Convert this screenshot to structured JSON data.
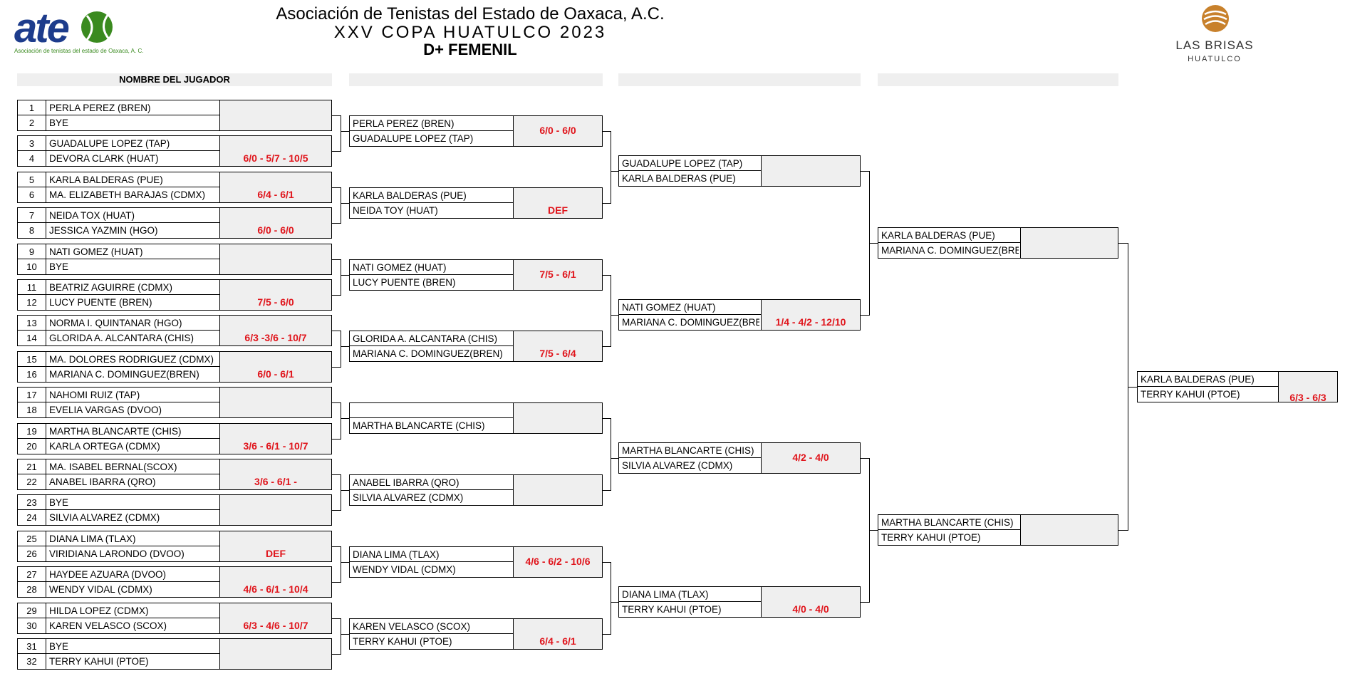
{
  "header": {
    "logo_text": "ate",
    "logo_subtitle": "Asociación de tenistas del estado de Oaxaca, A. C.",
    "title": "Asociación de Tenistas del Estado de Oaxaca, A.C.",
    "subtitle": "XXV COPA HUATULCO 2023",
    "category": "D+ FEMENIL",
    "sponsor_name": "LAS BRISAS",
    "sponsor_sub": "HUATULCO"
  },
  "col1_header": "NOMBRE DEL JUGADOR",
  "colors": {
    "score": "#e0141b",
    "box": "#efefef",
    "logo_blue": "#1d3c8c",
    "logo_green": "#3a8a1f",
    "brisas": "#c8812c"
  },
  "round1": [
    {
      "p1": {
        "num": "1",
        "name": "PERLA PEREZ (BREN)"
      },
      "p2": {
        "num": "2",
        "name": "BYE"
      },
      "score": ""
    },
    {
      "p1": {
        "num": "3",
        "name": "GUADALUPE LOPEZ (TAP)"
      },
      "p2": {
        "num": "4",
        "name": "DEVORA  CLARK (HUAT)"
      },
      "score": "6/0 - 5/7 - 10/5"
    },
    {
      "p1": {
        "num": "5",
        "name": "KARLA BALDERAS (PUE)"
      },
      "p2": {
        "num": "6",
        "name": "MA. ELIZABETH BARAJAS (CDMX)"
      },
      "score": "6/4 - 6/1"
    },
    {
      "p1": {
        "num": "7",
        "name": "NEIDA TOX (HUAT)"
      },
      "p2": {
        "num": "8",
        "name": "JESSICA YAZMIN (HGO)"
      },
      "score": "6/0 - 6/0"
    },
    {
      "p1": {
        "num": "9",
        "name": "NATI GOMEZ (HUAT)"
      },
      "p2": {
        "num": "10",
        "name": "BYE"
      },
      "score": ""
    },
    {
      "p1": {
        "num": "11",
        "name": "BEATRIZ AGUIRRE (CDMX)"
      },
      "p2": {
        "num": "12",
        "name": "LUCY PUENTE (BREN)"
      },
      "score": "7/5 - 6/0"
    },
    {
      "p1": {
        "num": "13",
        "name": "NORMA I. QUINTANAR (HGO)"
      },
      "p2": {
        "num": "14",
        "name": "GLORIDA A. ALCANTARA (CHIS)"
      },
      "score": "6/3 -3/6 - 10/7"
    },
    {
      "p1": {
        "num": "15",
        "name": "MA. DOLORES RODRIGUEZ (CDMX)"
      },
      "p2": {
        "num": "16",
        "name": "MARIANA C. DOMINGUEZ(BREN)"
      },
      "score": "6/0 - 6/1"
    },
    {
      "p1": {
        "num": "17",
        "name": "NAHOMI RUIZ (TAP)"
      },
      "p2": {
        "num": "18",
        "name": "EVELIA VARGAS (DVOO)"
      },
      "score": ""
    },
    {
      "p1": {
        "num": "19",
        "name": "MARTHA BLANCARTE (CHIS)"
      },
      "p2": {
        "num": "20",
        "name": "KARLA ORTEGA (CDMX)"
      },
      "score": "3/6 - 6/1 - 10/7"
    },
    {
      "p1": {
        "num": "21",
        "name": "MA. ISABEL BERNAL(SCOX)"
      },
      "p2": {
        "num": "22",
        "name": "ANABEL IBARRA (QRO)"
      },
      "score": "3/6 - 6/1 -"
    },
    {
      "p1": {
        "num": "23",
        "name": "BYE"
      },
      "p2": {
        "num": "24",
        "name": "SILVIA ALVAREZ (CDMX)"
      },
      "score": ""
    },
    {
      "p1": {
        "num": "25",
        "name": "DIANA LIMA (TLAX)"
      },
      "p2": {
        "num": "26",
        "name": "VIRIDIANA LARONDO (DVOO)"
      },
      "score": "DEF"
    },
    {
      "p1": {
        "num": "27",
        "name": "HAYDEE AZUARA (DVOO)"
      },
      "p2": {
        "num": "28",
        "name": "WENDY VIDAL (CDMX)"
      },
      "score": "4/6 - 6/1 - 10/4"
    },
    {
      "p1": {
        "num": "29",
        "name": "HILDA LOPEZ (CDMX)"
      },
      "p2": {
        "num": "30",
        "name": "KAREN VELASCO (SCOX)"
      },
      "score": "6/3 - 4/6 - 10/7"
    },
    {
      "p1": {
        "num": "31",
        "name": "BYE"
      },
      "p2": {
        "num": "32",
        "name": "TERRY KAHUI  (PTOE)"
      },
      "score": ""
    }
  ],
  "round2": [
    {
      "p1": "PERLA PEREZ (BREN)",
      "p2": "GUADALUPE LOPEZ (TAP)",
      "score": "6/0 - 6/0"
    },
    {
      "p1": "KARLA BALDERAS (PUE)",
      "p2": "NEIDA TOY (HUAT)",
      "score": "DEF"
    },
    {
      "p1": "NATI GOMEZ (HUAT)",
      "p2": "LUCY PUENTE (BREN)",
      "score": "7/5 - 6/1"
    },
    {
      "p1": "GLORIDA A. ALCANTARA (CHIS)",
      "p2": "MARIANA C. DOMINGUEZ(BREN)",
      "score": "7/5 - 6/4"
    },
    {
      "p1": "",
      "p2": "MARTHA BLANCARTE (CHIS)",
      "score": ""
    },
    {
      "p1": "ANABEL IBARRA (QRO)",
      "p2": "SILVIA ALVAREZ (CDMX)",
      "score": ""
    },
    {
      "p1": "DIANA LIMA (TLAX)",
      "p2": "WENDY VIDAL (CDMX)",
      "score": "4/6 - 6/2 - 10/6"
    },
    {
      "p1": "KAREN VELASCO (SCOX)",
      "p2": "TERRY KAHUI  (PTOE)",
      "score": "6/4 - 6/1"
    }
  ],
  "round3": [
    {
      "p1": "GUADALUPE LOPEZ (TAP)",
      "p2": "KARLA BALDERAS (PUE)",
      "score": ""
    },
    {
      "p1": "NATI GOMEZ (HUAT)",
      "p2": "MARIANA C. DOMINGUEZ(BREN)",
      "score": "1/4 - 4/2 - 12/10"
    },
    {
      "p1": "MARTHA BLANCARTE (CHIS)",
      "p2": "SILVIA ALVAREZ (CDMX)",
      "score": "4/2 - 4/0"
    },
    {
      "p1": "DIANA LIMA (TLAX)",
      "p2": "TERRY KAHUI  (PTOE)",
      "score": "4/0 - 4/0"
    }
  ],
  "round4": [
    {
      "p1": "KARLA BALDERAS (PUE)",
      "p2": "MARIANA C. DOMINGUEZ(BREN)",
      "score": ""
    },
    {
      "p1": "MARTHA BLANCARTE (CHIS)",
      "p2": "TERRY KAHUI  (PTOE)",
      "score": ""
    }
  ],
  "final": [
    {
      "p1": "KARLA BALDERAS (PUE)",
      "p2": "TERRY KAHUI  (PTOE)",
      "score": "6/3 - 6/3"
    }
  ]
}
